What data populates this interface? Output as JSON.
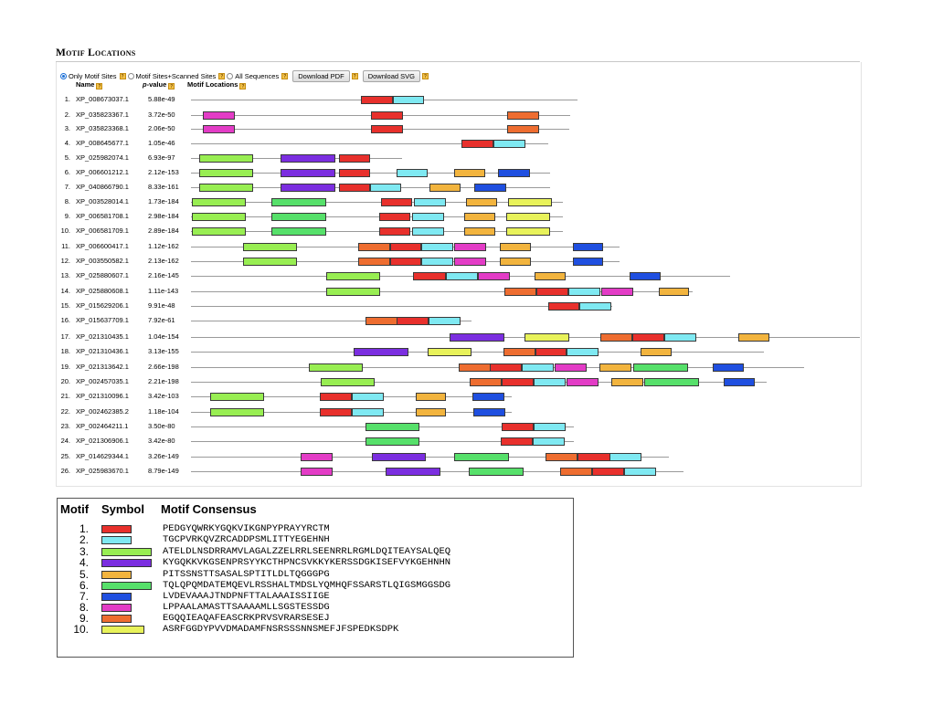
{
  "section": {
    "title": "Motif Locations"
  },
  "controls": {
    "options": [
      "Only Motif Sites",
      "Motif Sites+Scanned Sites",
      "All Sequences"
    ],
    "selected_option": "Only Motif Sites",
    "download_pdf_label": "Download PDF",
    "download_svg_label": "Download SVG",
    "help_glyph": "?"
  },
  "table": {
    "headers": {
      "name": "Name",
      "pvalue_prefix": "p",
      "pvalue_suffix": "-value",
      "locations": "Motif Locations"
    },
    "rows": [
      {
        "num": "1.",
        "name": "XP_008673037.1",
        "pvalue": "5.88e-49"
      },
      {
        "num": "2.",
        "name": "XP_035823367.1",
        "pvalue": "3.72e-50"
      },
      {
        "num": "3.",
        "name": "XP_035823368.1",
        "pvalue": "2.06e-50"
      },
      {
        "num": "4.",
        "name": "XP_008645677.1",
        "pvalue": "1.05e-46"
      },
      {
        "num": "5.",
        "name": "XP_025982074.1",
        "pvalue": "6.93e-97"
      },
      {
        "num": "6.",
        "name": "XP_006601212.1",
        "pvalue": "2.12e-153"
      },
      {
        "num": "7.",
        "name": "XP_040866790.1",
        "pvalue": "8.33e-161"
      },
      {
        "num": "8.",
        "name": "XP_003528014.1",
        "pvalue": "1.73e-184"
      },
      {
        "num": "9.",
        "name": "XP_006581708.1",
        "pvalue": "2.98e-184"
      },
      {
        "num": "10.",
        "name": "XP_006581709.1",
        "pvalue": "2.89e-184"
      },
      {
        "num": "11.",
        "name": "XP_006600417.1",
        "pvalue": "1.12e-162"
      },
      {
        "num": "12.",
        "name": "XP_003550582.1",
        "pvalue": "2.13e-162"
      },
      {
        "num": "13.",
        "name": "XP_025880607.1",
        "pvalue": "2.16e-145"
      },
      {
        "num": "14.",
        "name": "XP_025880608.1",
        "pvalue": "1.11e-143"
      },
      {
        "num": "15.",
        "name": "XP_015629206.1",
        "pvalue": "9.91e-48"
      },
      {
        "num": "16.",
        "name": "XP_015637709.1",
        "pvalue": "7.92e-61"
      },
      {
        "num": "17.",
        "name": "XP_021310435.1",
        "pvalue": "1.04e-154"
      },
      {
        "num": "18.",
        "name": "XP_021310436.1",
        "pvalue": "3.13e-155"
      },
      {
        "num": "19.",
        "name": "XP_021313642.1",
        "pvalue": "2.66e-198"
      },
      {
        "num": "20.",
        "name": "XP_002457035.1",
        "pvalue": "2.21e-198"
      },
      {
        "num": "21.",
        "name": "XP_021310096.1",
        "pvalue": "3.42e-103"
      },
      {
        "num": "22.",
        "name": "XP_002462385.2",
        "pvalue": "1.18e-104"
      },
      {
        "num": "23.",
        "name": "XP_002464211.1",
        "pvalue": "3.50e-80"
      },
      {
        "num": "24.",
        "name": "XP_021306906.1",
        "pvalue": "3.42e-80"
      },
      {
        "num": "25.",
        "name": "XP_014629344.1",
        "pvalue": "3.26e-149"
      },
      {
        "num": "26.",
        "name": "XP_025983670.1",
        "pvalue": "8.79e-149"
      }
    ]
  },
  "legend": {
    "headers": {
      "motif": "Motif",
      "symbol": "Symbol",
      "consensus": "Motif Consensus"
    },
    "motifs": [
      {
        "num": "1.",
        "color": "#e8302c",
        "consensus": "PEDGYQWRKYGQKVIKGNPYPRAYYRCTM"
      },
      {
        "num": "2.",
        "color": "#7fe9f2",
        "consensus": "TGCPVRKQVZRCADDPSMLITTYEGEHNH"
      },
      {
        "num": "3.",
        "color": "#98ee52",
        "consensus": "ATELDLNSDRRAMVLAGALZZELRRLSEENRRLRGMLDQITEAYSALQEQ"
      },
      {
        "num": "4.",
        "color": "#7b2ee0",
        "consensus": "KYGQKKVKGSENPRSYYKCTHPNCSVKKYKERSSDGKISEFVYKGEHNHN"
      },
      {
        "num": "5.",
        "color": "#f2b43e",
        "consensus": "PITSSNSTTSASALSPTITLDLTQGGGPG"
      },
      {
        "num": "6.",
        "color": "#56e06a",
        "consensus": "TQLQPQMDATEMQEVLRSSHALTMDSLYQMHQFSSARSTLQIGSMGGSDG"
      },
      {
        "num": "7.",
        "color": "#1f4fe0",
        "consensus": "LVDEVAAAJTNDPNFTTALAAAISSIIGE"
      },
      {
        "num": "8.",
        "color": "#e33cc6",
        "consensus": "LPPAALAMASTTSAAAAMLLSGSTESSDG"
      },
      {
        "num": "9.",
        "color": "#ee6d30",
        "consensus": "EGQQIEAQAFEASCRKPRVSVRARSESEJ"
      },
      {
        "num": "10.",
        "color": "#e8f25a",
        "consensus": "ASRFGGDYPVVDMADAMFNSRSSSNNSMEFJFSPEDKSDPK"
      }
    ]
  }
}
